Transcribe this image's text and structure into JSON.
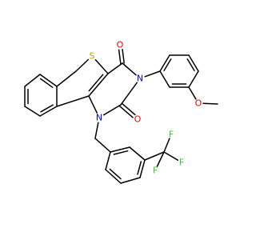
{
  "molecule": {
    "colors": {
      "bond": "#000000",
      "C": "#000000",
      "N": "#0000FF",
      "O": "#FF0000",
      "S": "#B8A000",
      "F": "#33CC33"
    },
    "atoms": [
      {
        "id": "S",
        "label": "S",
        "element": "S"
      },
      {
        "id": "O4",
        "label": "O",
        "element": "O"
      },
      {
        "id": "N3",
        "label": "N",
        "element": "N"
      },
      {
        "id": "O2",
        "label": "O",
        "element": "O"
      },
      {
        "id": "N1",
        "label": "N",
        "element": "N"
      },
      {
        "id": "OMe",
        "label": "O",
        "element": "O"
      },
      {
        "id": "F1",
        "label": "F",
        "element": "F"
      },
      {
        "id": "F2",
        "label": "F",
        "element": "F"
      },
      {
        "id": "F3",
        "label": "F",
        "element": "F"
      }
    ]
  }
}
